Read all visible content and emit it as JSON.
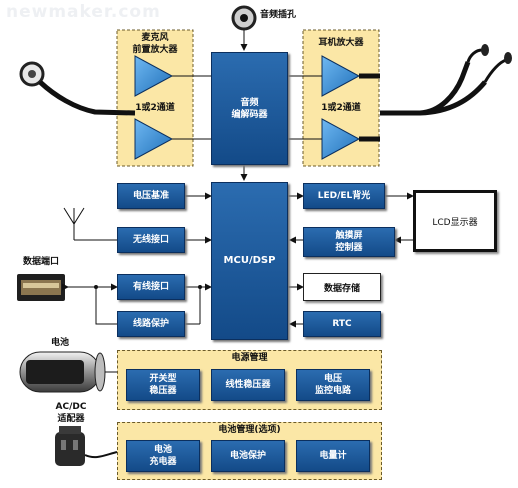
{
  "watermark": "newmaker.com",
  "audio_jack": "音频插孔",
  "mic_preamp": "麦克风\n前置放大器",
  "mic_channels": "1或2通道",
  "codec": "音频\n编解码器",
  "headphone_amp": "耳机放大器",
  "headphone_channels": "1或2通道",
  "voltage_reference": "电压基准",
  "mcu_dsp": "MCU/DSP",
  "led_el_backlight": "LED/EL背光",
  "lcd_display": "LCD显示器",
  "touchscreen_controller": "触摸屏\n控制器",
  "wireless_interface": "无线接口",
  "data_port": "数据端口",
  "wired_interface": "有线接口",
  "data_storage": "数据存储",
  "line_protection": "线路保护",
  "rtc": "RTC",
  "battery": "电池",
  "power_management": {
    "title": "电源管理",
    "items": [
      "开关型\n稳压器",
      "线性稳压器",
      "电压\n监控电路"
    ]
  },
  "ac_dc_adapter": "AC/DC\n适配器",
  "battery_management": {
    "title": "电池管理(选项)",
    "items": [
      "电池\n充电器",
      "电池保护",
      "电量计"
    ]
  },
  "colors": {
    "block_blue": "#1d5a9c",
    "dashed_group": "#fbe7a6",
    "amplifier": "#3a8fd9"
  }
}
